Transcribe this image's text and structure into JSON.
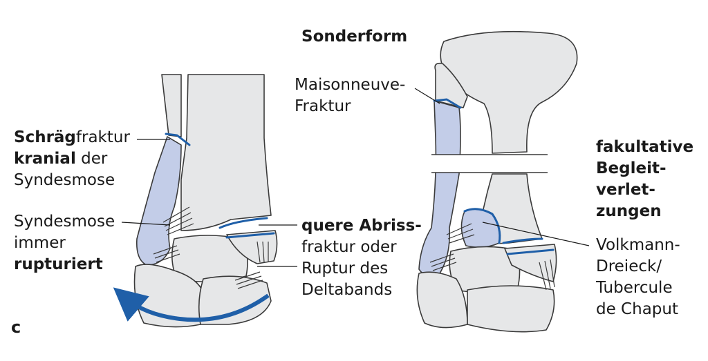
{
  "header": {
    "title": "Sonderform",
    "panel_letter": "c"
  },
  "left_labels": {
    "oblique": {
      "line1_bold": "Schräg",
      "line1_rest": "fraktur",
      "line2_bold": "kranial",
      "line2_rest": " der",
      "line3": "Syndesmose"
    },
    "syndesmosis": {
      "line1": "Syndesmose",
      "line2": "immer",
      "line3_bold": "rupturiert"
    }
  },
  "middle_labels": {
    "maisonneuve": {
      "line1": "Maisonneuve-",
      "line2": "Fraktur"
    },
    "avulsion": {
      "line1_bold": "quere Abriss-",
      "line2": "fraktur oder",
      "line3": "Ruptur des",
      "line4": "Deltabands"
    }
  },
  "right_labels": {
    "optional": {
      "line1": "fakultative",
      "line2": "Begleit-",
      "line3": "verlet-",
      "line4": "zungen"
    },
    "volkmann": {
      "line1": "Volkmann-",
      "line2": "Dreieck/",
      "line3": "Tubercule",
      "line4": "de Chaput"
    }
  },
  "colors": {
    "bone": "#e6e7e8",
    "fracture_fill": "#c3cde8",
    "fracture_line": "#1f5fa8",
    "outline": "#3a3a3a",
    "arrow": "#1f5fa8"
  }
}
